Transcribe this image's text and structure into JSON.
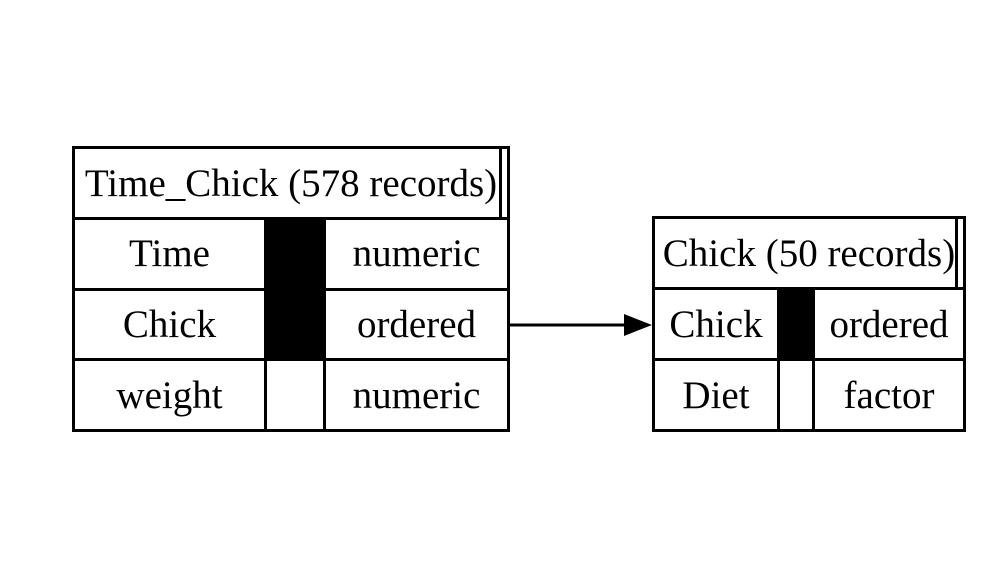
{
  "diagram": {
    "kind": "data-model",
    "background_color": "#ffffff",
    "line_color": "#000000",
    "text_color": "#000000",
    "key_fill_color": "#000000",
    "tables": [
      {
        "name": "Time_Chick",
        "title": "Time_Chick (578 records)",
        "record_count": 578,
        "columns": [
          {
            "name": "Time",
            "type": "numeric",
            "is_key": true
          },
          {
            "name": "Chick",
            "type": "ordered",
            "is_key": true
          },
          {
            "name": "weight",
            "type": "numeric",
            "is_key": false
          }
        ]
      },
      {
        "name": "Chick",
        "title": "Chick (50 records)",
        "record_count": 50,
        "columns": [
          {
            "name": "Chick",
            "type": "ordered",
            "is_key": true
          },
          {
            "name": "Diet",
            "type": "factor",
            "is_key": false
          }
        ]
      }
    ],
    "relation": {
      "from_table": "Time_Chick",
      "from_column": "Chick",
      "to_table": "Chick",
      "to_column": "Chick"
    }
  }
}
